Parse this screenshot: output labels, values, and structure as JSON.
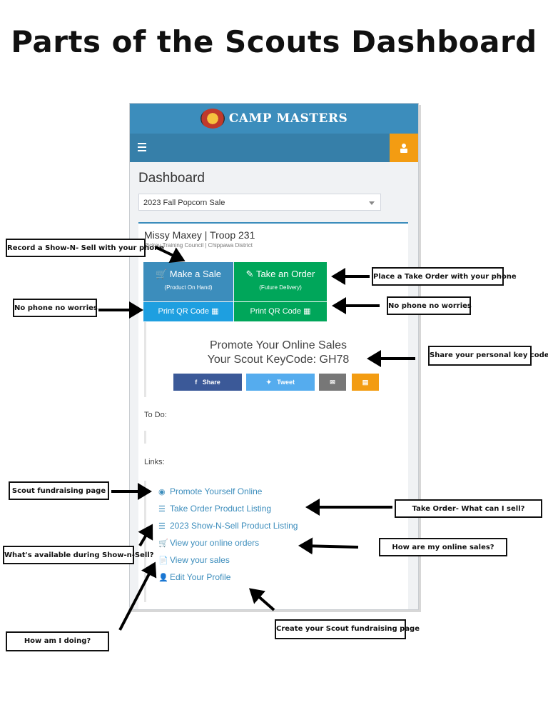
{
  "page": {
    "title": "Parts of the Scouts Dashboard"
  },
  "app": {
    "brand": "CAMP MASTERS",
    "dashboard_title": "Dashboard",
    "sale_select": "2023 Fall Popcorn Sale",
    "scout_name": "Missy Maxey | Troop 231",
    "council": "Pickey Training Council | Chippawa District",
    "buttons": {
      "make_sale": "Make a Sale",
      "make_sale_sub": "(Product On Hand)",
      "take_order": "Take an Order",
      "take_order_sub": "(Future Delivery)",
      "print_qr_1": "Print QR Code",
      "print_qr_2": "Print QR Code"
    },
    "promo": {
      "line1": "Promote Your Online Sales",
      "line2": "Your Scout KeyCode: GH78"
    },
    "share": {
      "facebook": "Share",
      "twitter": "Tweet"
    },
    "todo_label": "To Do:",
    "links_label": "Links:",
    "links": [
      {
        "label": "Promote Yourself Online",
        "icon": "globe-icon"
      },
      {
        "label": "Take Order Product Listing",
        "icon": "list-icon"
      },
      {
        "label": "2023 Show-N-Sell Product Listing",
        "icon": "list-icon"
      },
      {
        "label": "View your online orders",
        "icon": "cart-icon"
      },
      {
        "label": "View your sales",
        "icon": "files-icon"
      },
      {
        "label": "Edit Your Profile",
        "icon": "user-icon"
      }
    ],
    "colors": {
      "header": "#3c8dbc",
      "nav": "#367fa9",
      "user_button": "#f39c12",
      "green": "#00a65a"
    }
  },
  "annotations": {
    "record_show_n_sell": "Record a Show-N- Sell with  your phone",
    "place_take_order": "Place a Take Order with your phone",
    "no_phone_left": "No phone no worries",
    "no_phone_right": "No phone no worries",
    "share_key_code": "Share your personal key code",
    "scout_fundraising_page": "Scout fundraising page",
    "take_order_what": "Take Order- What can I sell?",
    "whats_available": "What's available during  Show-n-Sell?",
    "online_sales": "How are my online sales?",
    "how_am_i_doing": "How am I doing?",
    "create_fundraising_page": "Create your Scout fundraising page"
  }
}
